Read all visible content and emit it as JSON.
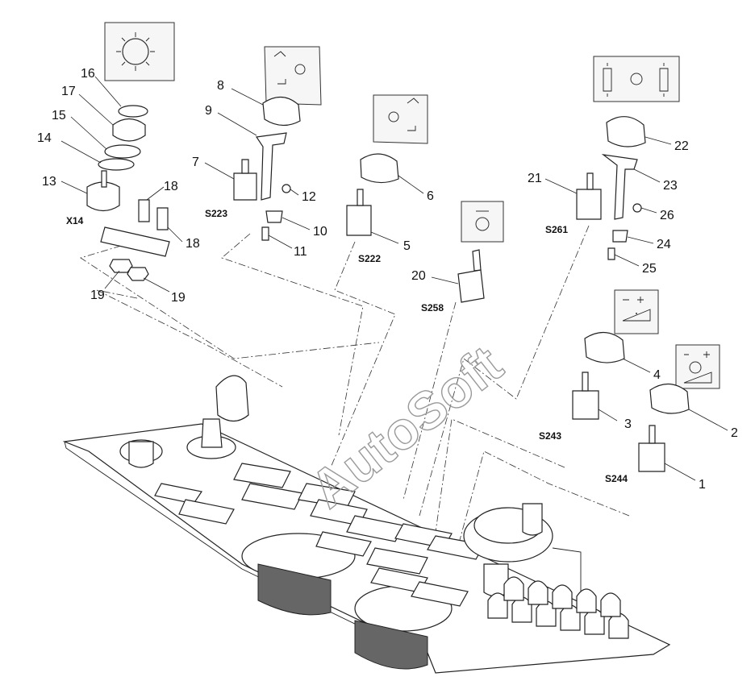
{
  "callouts": [
    {
      "id": "c1",
      "text": "1"
    },
    {
      "id": "c2",
      "text": "2"
    },
    {
      "id": "c3",
      "text": "3"
    },
    {
      "id": "c4",
      "text": "4"
    },
    {
      "id": "c5",
      "text": "5"
    },
    {
      "id": "c6",
      "text": "6"
    },
    {
      "id": "c7",
      "text": "7"
    },
    {
      "id": "c8",
      "text": "8"
    },
    {
      "id": "c9",
      "text": "9"
    },
    {
      "id": "c10",
      "text": "10"
    },
    {
      "id": "c11",
      "text": "11"
    },
    {
      "id": "c12",
      "text": "12"
    },
    {
      "id": "c13",
      "text": "13"
    },
    {
      "id": "c14",
      "text": "14"
    },
    {
      "id": "c15",
      "text": "15"
    },
    {
      "id": "c16",
      "text": "16"
    },
    {
      "id": "c17",
      "text": "17"
    },
    {
      "id": "c18a",
      "text": "18"
    },
    {
      "id": "c18b",
      "text": "18"
    },
    {
      "id": "c19a",
      "text": "19"
    },
    {
      "id": "c19b",
      "text": "19"
    },
    {
      "id": "c20",
      "text": "20"
    },
    {
      "id": "c21",
      "text": "21"
    },
    {
      "id": "c22",
      "text": "22"
    },
    {
      "id": "c23",
      "text": "23"
    },
    {
      "id": "c24",
      "text": "24"
    },
    {
      "id": "c25",
      "text": "25"
    },
    {
      "id": "c26",
      "text": "26"
    }
  ],
  "component_codes": {
    "x14": "X14",
    "s223": "S223",
    "s222": "S222",
    "s258": "S258",
    "s261": "S261",
    "s243": "S243",
    "s244": "S244"
  },
  "watermark": "AutoSoft",
  "symbol_cards": [
    {
      "id": "lighting-card",
      "icon": "sun-dimmer-icon"
    },
    {
      "id": "s223-card",
      "icon": "front-loader-icon"
    },
    {
      "id": "s222-card",
      "icon": "rear-lift-icon"
    },
    {
      "id": "s258-card",
      "icon": "hazard-icon"
    },
    {
      "id": "s261-card",
      "icon": "hydraulic-cylinder-icon"
    },
    {
      "id": "s243-card",
      "icon": "speed-increase-icon"
    },
    {
      "id": "s244-card",
      "icon": "speed-increase-icon"
    }
  ]
}
